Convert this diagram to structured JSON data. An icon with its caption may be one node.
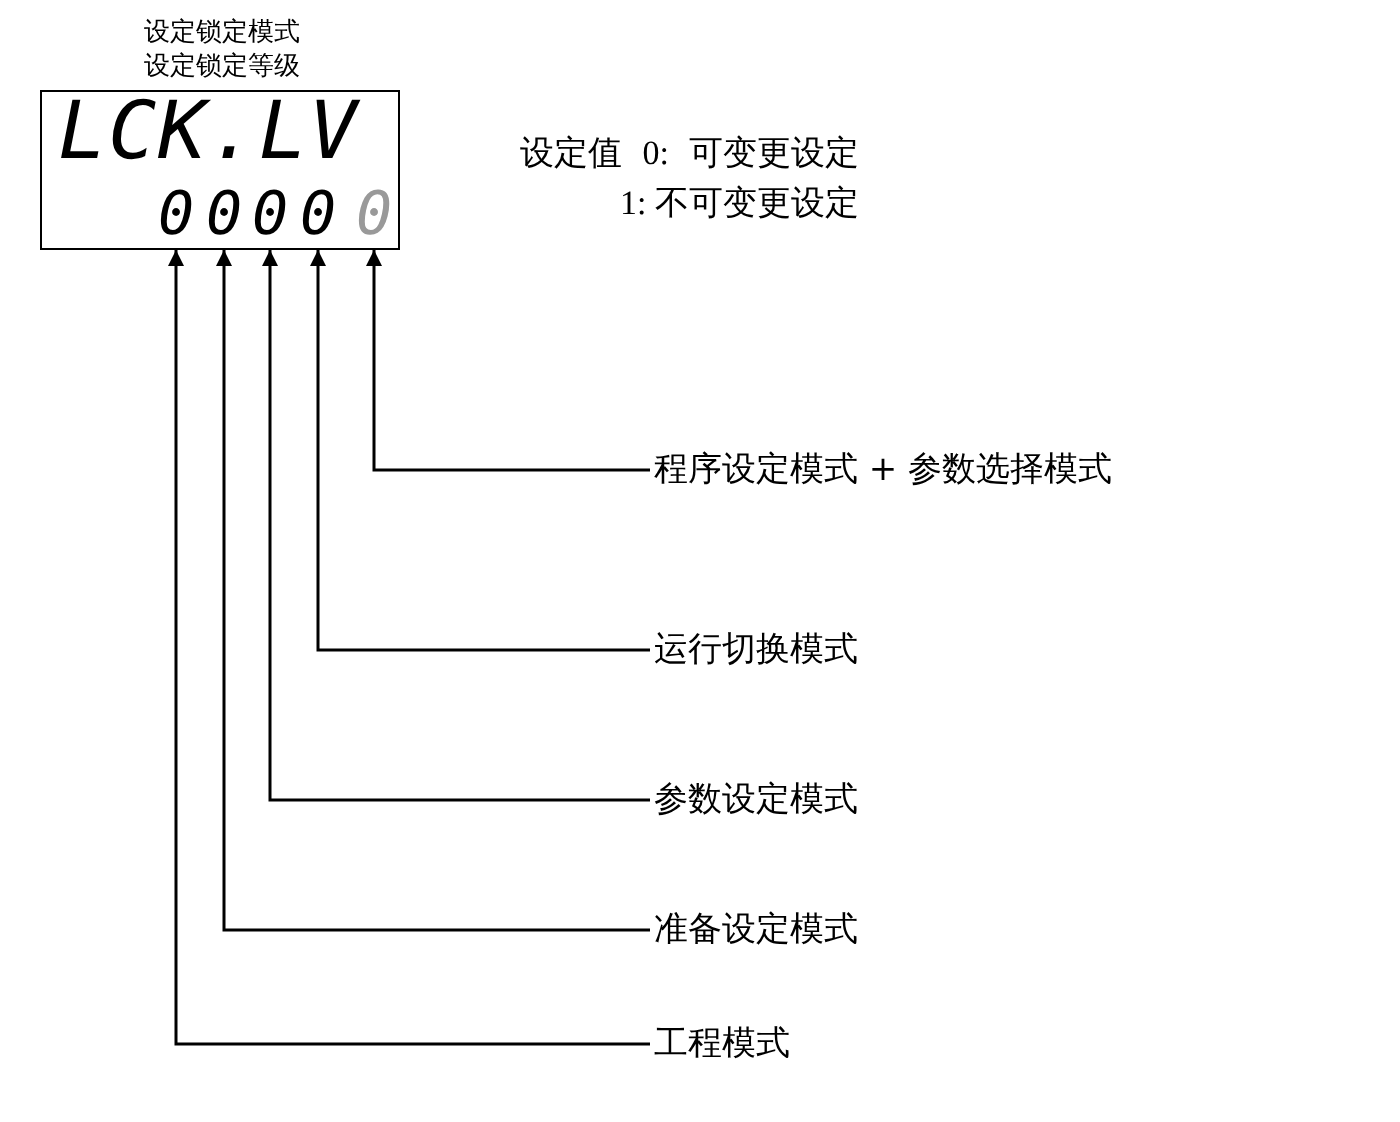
{
  "diagram": {
    "nodes": [
      {
        "text": [
          "设定锁定模式设定锁定等级",
          "LCK.LV"
        ]
      },
      {
        "text": [
          "0"
        ],
        "in": 0
      },
      {
        "text": [
          "0"
        ],
        "in": 0
      },
      {
        "text": [
          "0"
        ],
        "in": 0
      },
      {
        "text": [
          "0"
        ],
        "in": 0
      },
      {
        "text": [
          "0"
        ],
        "in": 0
      },
      {
        "text": [
          "程序设定模式 + 参数选择模式"
        ]
      },
      {
        "text": [
          "运行切换模式"
        ]
      },
      {
        "text": [
          "参数设定模式"
        ]
      },
      {
        "text": [
          "准备设定模式"
        ]
      },
      {
        "text": [
          "工程模式"
        ]
      }
    ],
    "edges": [
      {
        "from": 6,
        "to": 5,
        "arrow": "to"
      },
      {
        "from": 7,
        "to": 4,
        "arrow": "to"
      },
      {
        "from": 8,
        "to": 3,
        "arrow": "to"
      },
      {
        "from": 9,
        "to": 2,
        "arrow": "to"
      },
      {
        "from": 10,
        "to": 1,
        "arrow": "to"
      }
    ],
    "labels": [
      "设定值 0: 可变更设定",
      "1: 不可变更设定"
    ]
  }
}
